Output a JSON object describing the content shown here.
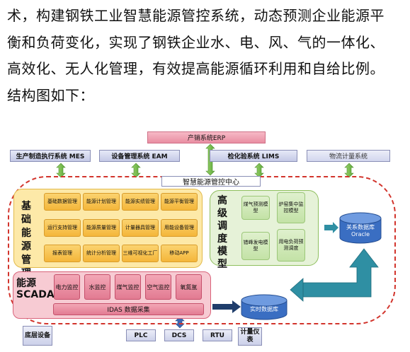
{
  "paragraph": {
    "lines": [
      "术，构建钢铁工业智慧能源管控系统，动态预测企业能源平",
      "衡和负荷变化，实现了钢铁企业水、电、风、气的一体化、",
      "高效化、无人化管理，有效提高能源循环利用和自给比例。",
      "结构图如下："
    ]
  },
  "diagram": {
    "erp": "产销系统ERP",
    "mes": "生产制造执行系统 MES",
    "eam": "设备管理系统 EAM",
    "lims": "检化验系统 LIMS",
    "wl": "物流计量系统",
    "center": "智慧能源管控中心",
    "basic_title": "基础能源管理",
    "basic_cells": [
      "基础数据管理",
      "能源计划管理",
      "能源实绩管理",
      "能源平衡管理",
      "运行支持管理",
      "能源质量管理",
      "计量器具管理",
      "用能设备管理",
      "报表管理",
      "统计分析管理",
      "三维可视化工厂",
      "移动APP"
    ],
    "adv_title": "高级调度模型",
    "adv_cells": [
      "煤气预测模型",
      "炉窑集中监控模型",
      "错峰发电模型",
      "用电负荷预测调度"
    ],
    "oracle": [
      "关系数据库",
      "Oracle"
    ],
    "scada_title": [
      "能源",
      "SCADA"
    ],
    "scada_cells": [
      "电力监控",
      "水监控",
      "煤气监控",
      "空气监控",
      "氧氮氩"
    ],
    "idas": "IDAS 数据采集",
    "realtime": "实时数据库",
    "bottom_label": "底层设备",
    "devices": [
      "PLC",
      "DCS",
      "RTU",
      "计量仪表"
    ],
    "colors": {
      "erp": "#e98ea2",
      "basic": "#fde9a8",
      "advanced": "#e6f2d8",
      "scada": "#f7cbd3",
      "database": "#3a6ec2",
      "teal_arrow": "#2f8fa3",
      "dashed_border": "#d2342c"
    }
  }
}
